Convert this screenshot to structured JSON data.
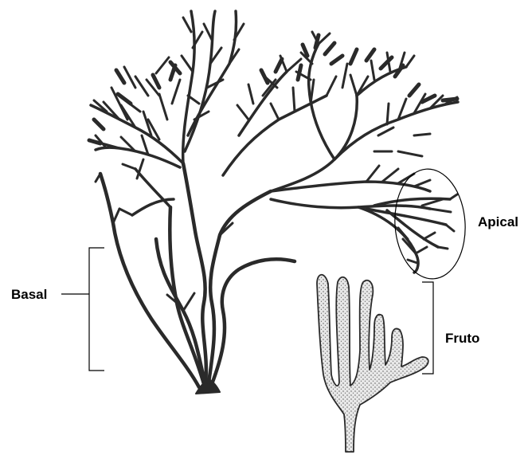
{
  "labels": {
    "basal": "Basal",
    "apical": "Apical",
    "fruto": "Fruto"
  },
  "colors": {
    "ink": "#000000",
    "stem": "#2a2a2a",
    "stipple": "#555555",
    "background": "#ffffff"
  }
}
